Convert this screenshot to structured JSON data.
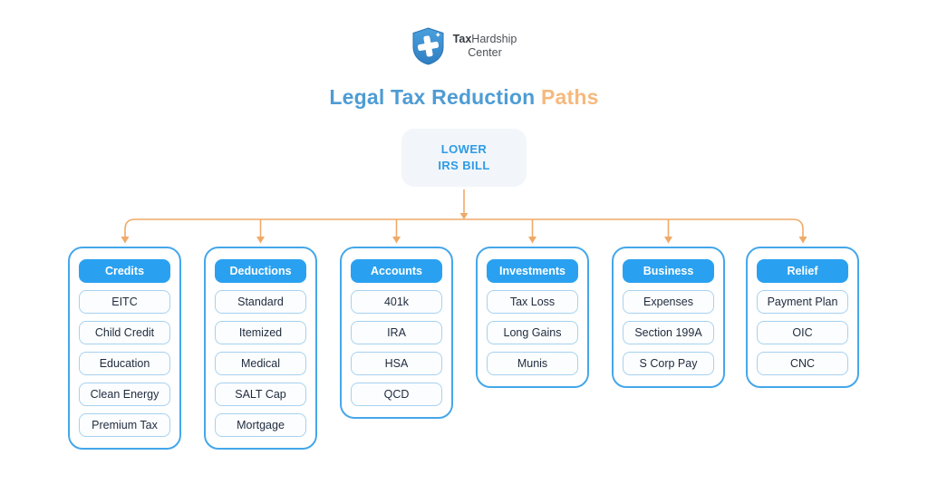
{
  "logo": {
    "icon": "shield-cross-icon",
    "name_bold": "Tax",
    "name_rest": "Hardship",
    "name_line2": "Center"
  },
  "title": {
    "main": "Legal Tax Reduction",
    "accent": "Paths"
  },
  "root_node": {
    "line1": "LOWER",
    "line2": "IRS BILL"
  },
  "columns": [
    {
      "header": "Credits",
      "items": [
        "EITC",
        "Child Credit",
        "Education",
        "Clean Energy",
        "Premium Tax"
      ]
    },
    {
      "header": "Deductions",
      "items": [
        "Standard",
        "Itemized",
        "Medical",
        "SALT Cap",
        "Mortgage"
      ]
    },
    {
      "header": "Accounts",
      "items": [
        "401k",
        "IRA",
        "HSA",
        "QCD"
      ]
    },
    {
      "header": "Investments",
      "items": [
        "Tax Loss",
        "Long Gains",
        "Munis"
      ]
    },
    {
      "header": "Business",
      "items": [
        "Expenses",
        "Section 199A",
        "S Corp Pay"
      ]
    },
    {
      "header": "Relief",
      "items": [
        "Payment Plan",
        "OIC",
        "CNC"
      ]
    }
  ],
  "colors": {
    "header_pill_blue": "#2aa1f0",
    "container_border_blue": "#45a7ea",
    "item_border_blue": "#a6d2ef",
    "item_text_navy": "#1e2b3c",
    "title_blue": "#4e9cd4",
    "title_orange": "#f5b97e",
    "arrow_orange": "#efaa68",
    "root_node_bg": "#f2f6fa",
    "root_node_text": "#2e9be5",
    "shield_blue": "#3d92d4"
  }
}
